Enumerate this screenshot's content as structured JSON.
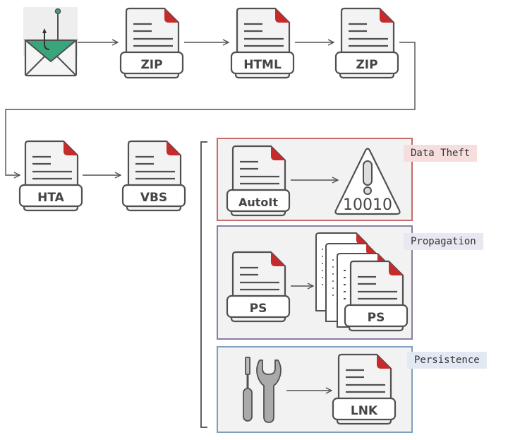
{
  "diagram": {
    "start": {
      "icon": "phishing-email-icon"
    },
    "chain_row1": [
      {
        "label": "ZIP",
        "icon": "zip-file-icon"
      },
      {
        "label": "HTML",
        "icon": "html-file-icon"
      },
      {
        "label": "ZIP",
        "icon": "zip-file-icon"
      }
    ],
    "chain_row2": [
      {
        "label": "HTA",
        "icon": "hta-file-icon"
      },
      {
        "label": "VBS",
        "icon": "vbs-file-icon"
      }
    ],
    "groups": {
      "data_theft": {
        "title": "Data Theft",
        "source_label": "AutoIt",
        "target_text": "10010",
        "border_color": "#c56b6b"
      },
      "propagation": {
        "title": "Propagation",
        "source_label": "PS",
        "target_label": "PS",
        "border_color": "#8a7fa0"
      },
      "persistence": {
        "title": "Persistence",
        "target_label": "LNK",
        "border_color": "#7f9fc0"
      }
    },
    "colors": {
      "doc_corner": "#c62b2b",
      "envelope_flap": "#3aa57a",
      "stroke": "#505050",
      "doc_fill": "#f3f3f3"
    }
  }
}
